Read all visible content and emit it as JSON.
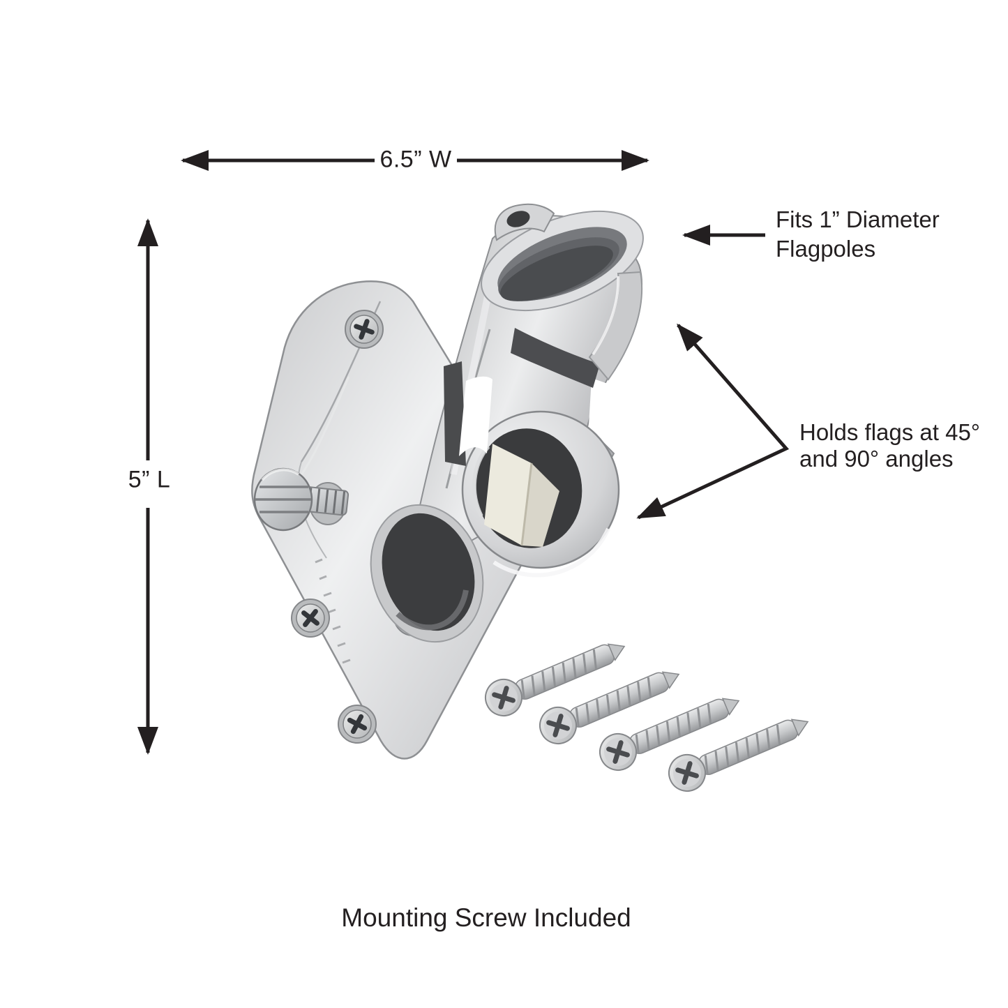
{
  "page": {
    "background": "#ffffff",
    "ink": "#231f20"
  },
  "dimension_labels": {
    "width": "6.5” W",
    "length": "5” L"
  },
  "callouts": {
    "fits": {
      "line1": "Fits 1” Diameter",
      "line2": "Flagpoles"
    },
    "angles": {
      "line1": "Holds flags at 45°",
      "line2": "and 90° angles"
    }
  },
  "caption": {
    "text": "Mounting Screw Included"
  },
  "product": {
    "depicted_item": "wall-mount flagpole bracket with four mounting screws",
    "mounting_screws_count": 4,
    "palette": {
      "silver_light": "#ebecee",
      "silver_mid": "#c6c7c9",
      "silver_deep": "#97999c",
      "interior_dark": "#3d3e40",
      "wall_through_hole": "#eceade",
      "zinc_screw": "#d7d9db"
    }
  }
}
